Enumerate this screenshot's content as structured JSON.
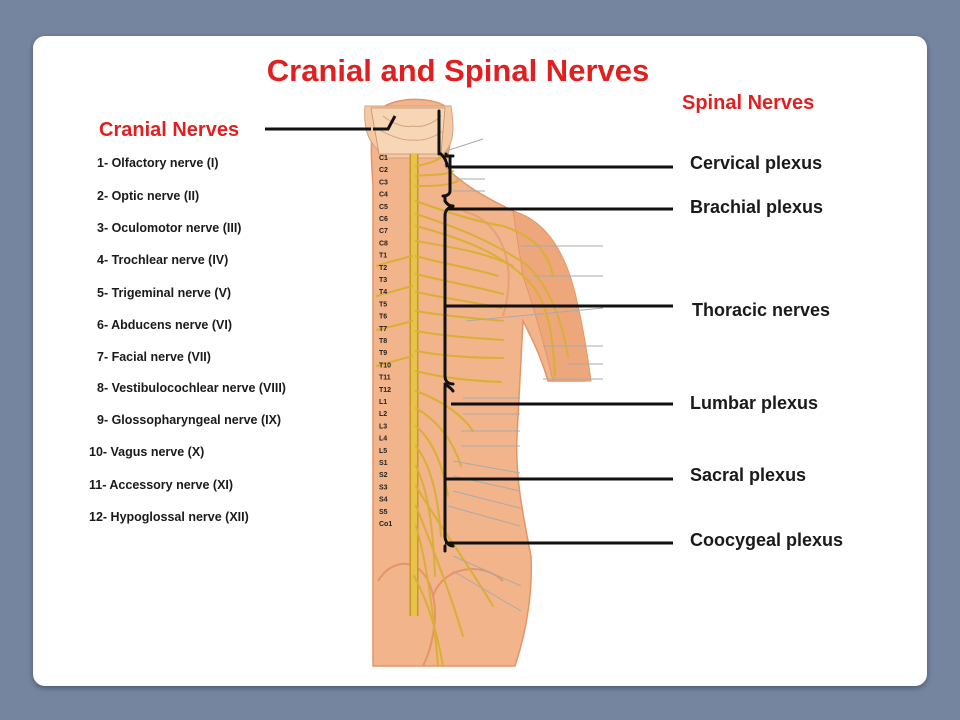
{
  "slide": {
    "title": "Cranial and Spinal Nerves",
    "title_color": "#e02020",
    "background_color": "#7585a0"
  },
  "cranial": {
    "heading": "Cranial Nerves",
    "items": [
      "1- Olfactory  nerve (I)",
      "2- Optic nerve (II)",
      "3- Oculomotor nerve (III)",
      "4- Trochlear nerve (IV)",
      "5- Trigeminal nerve (V)",
      "6- Abducens nerve (VI)",
      "7- Facial nerve (VII)",
      "8- Vestibulocochlear nerve (VIII)",
      "9- Glossopharyngeal nerve (IX)",
      "10- Vagus nerve (X)",
      "11- Accessory nerve (XI)",
      "12- Hypoglossal nerve (XII)"
    ]
  },
  "spinal": {
    "heading": "Spinal Nerves",
    "labels": [
      "Cervical plexus",
      "Brachial plexus",
      "Thoracic nerves",
      "Lumbar plexus",
      "Sacral plexus",
      "Coocygeal plexus"
    ]
  },
  "vertebra_labels": [
    "C1",
    "C2",
    "C3",
    "C4",
    "C5",
    "C6",
    "C7",
    "C8",
    "T1",
    "T2",
    "T3",
    "T4",
    "T5",
    "T6",
    "T7",
    "T8",
    "T9",
    "T10",
    "T11",
    "T12",
    "L1",
    "L2",
    "L3",
    "L4",
    "L5",
    "S1",
    "S2",
    "S3",
    "S4",
    "S5",
    "Co1"
  ],
  "colors": {
    "skin": "#f2b48a",
    "skin_shadow": "#e59468",
    "nerve": "#e8c24a",
    "nerve_dark": "#c49a22"
  }
}
